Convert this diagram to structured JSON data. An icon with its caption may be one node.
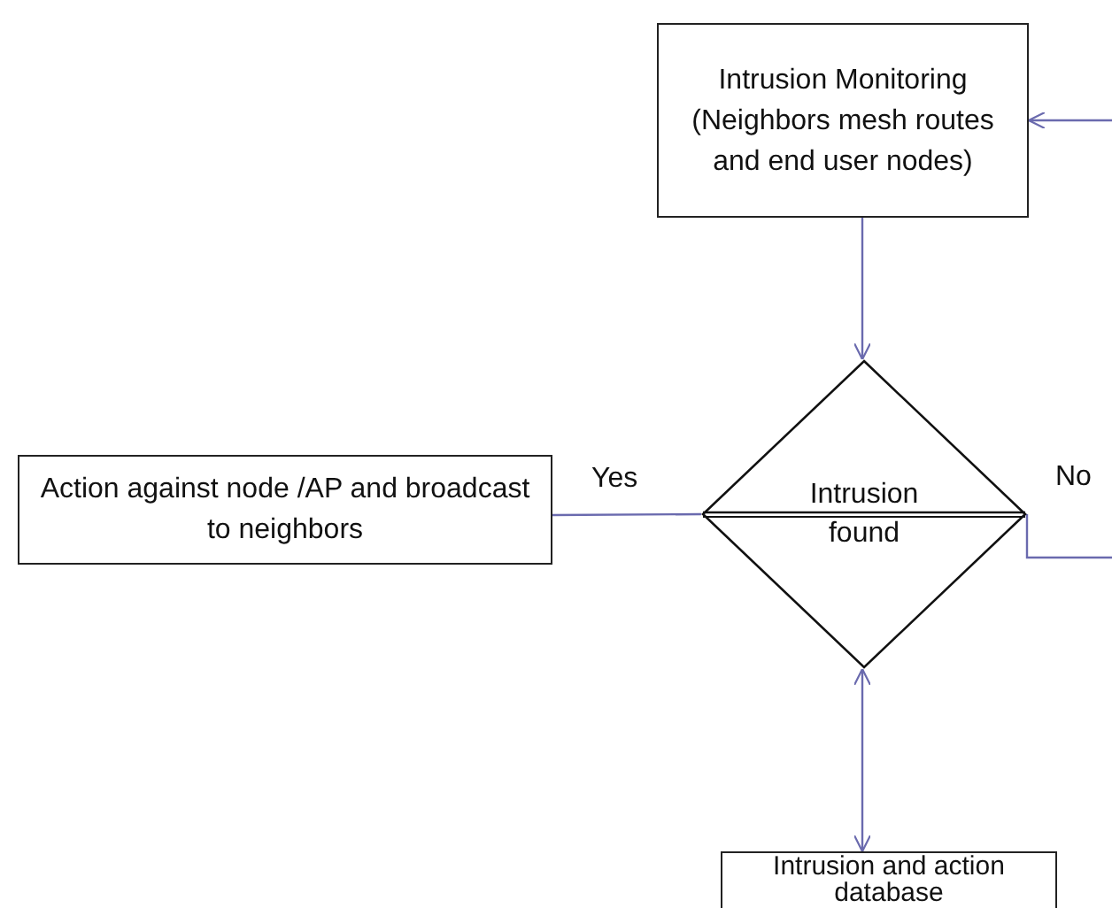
{
  "diagram": {
    "nodes": [
      {
        "text": [
          "Intrusion Monitoring (Neighbors mesh routes and end user nodes)"
        ]
      },
      {
        "text": [
          "Intrusion found"
        ]
      },
      {
        "text": [
          "Action against node /AP and broadcast to neighbors"
        ]
      },
      {
        "text": [
          "Intrusion and action database"
        ]
      }
    ],
    "edges": [
      {
        "from": 0,
        "to": 1,
        "arrow": "to"
      },
      {
        "from": 1,
        "to": 2,
        "arrow": "none",
        "label": "Yes"
      },
      {
        "from": 1,
        "to": 3,
        "arrow": "both"
      },
      {
        "from": 1,
        "to": null,
        "arrow": "none",
        "label": "No"
      },
      {
        "from": null,
        "to": 0,
        "arrow": "to"
      }
    ]
  }
}
